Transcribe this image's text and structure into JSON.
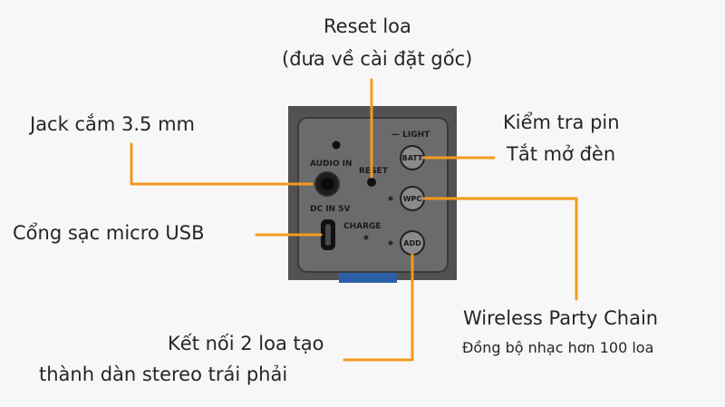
{
  "accent_color": "#f39a1f",
  "panel": {
    "audio_in": "AUDIO IN",
    "dc_in": "DC IN 5V",
    "charge": "CHARGE",
    "reset": "RESET",
    "light": "— LIGHT",
    "batt": "BATT",
    "wpc": "WPC",
    "add": "ADD"
  },
  "callouts": {
    "reset_line1": "Reset loa",
    "reset_line2": "(đưa về cài đặt gốc)",
    "jack": "Jack cắm 3.5 mm",
    "usb": "Cổng sạc micro USB",
    "batt_line1": "Kiểm tra pin",
    "batt_line2": "Tắt mở đèn",
    "wpc_line1": "Wireless Party Chain",
    "wpc_line2": "Đồng bộ nhạc hơn 100 loa",
    "add_line1": "Kết nối 2 loa tạo",
    "add_line2": "thành dàn stereo trái phải"
  }
}
